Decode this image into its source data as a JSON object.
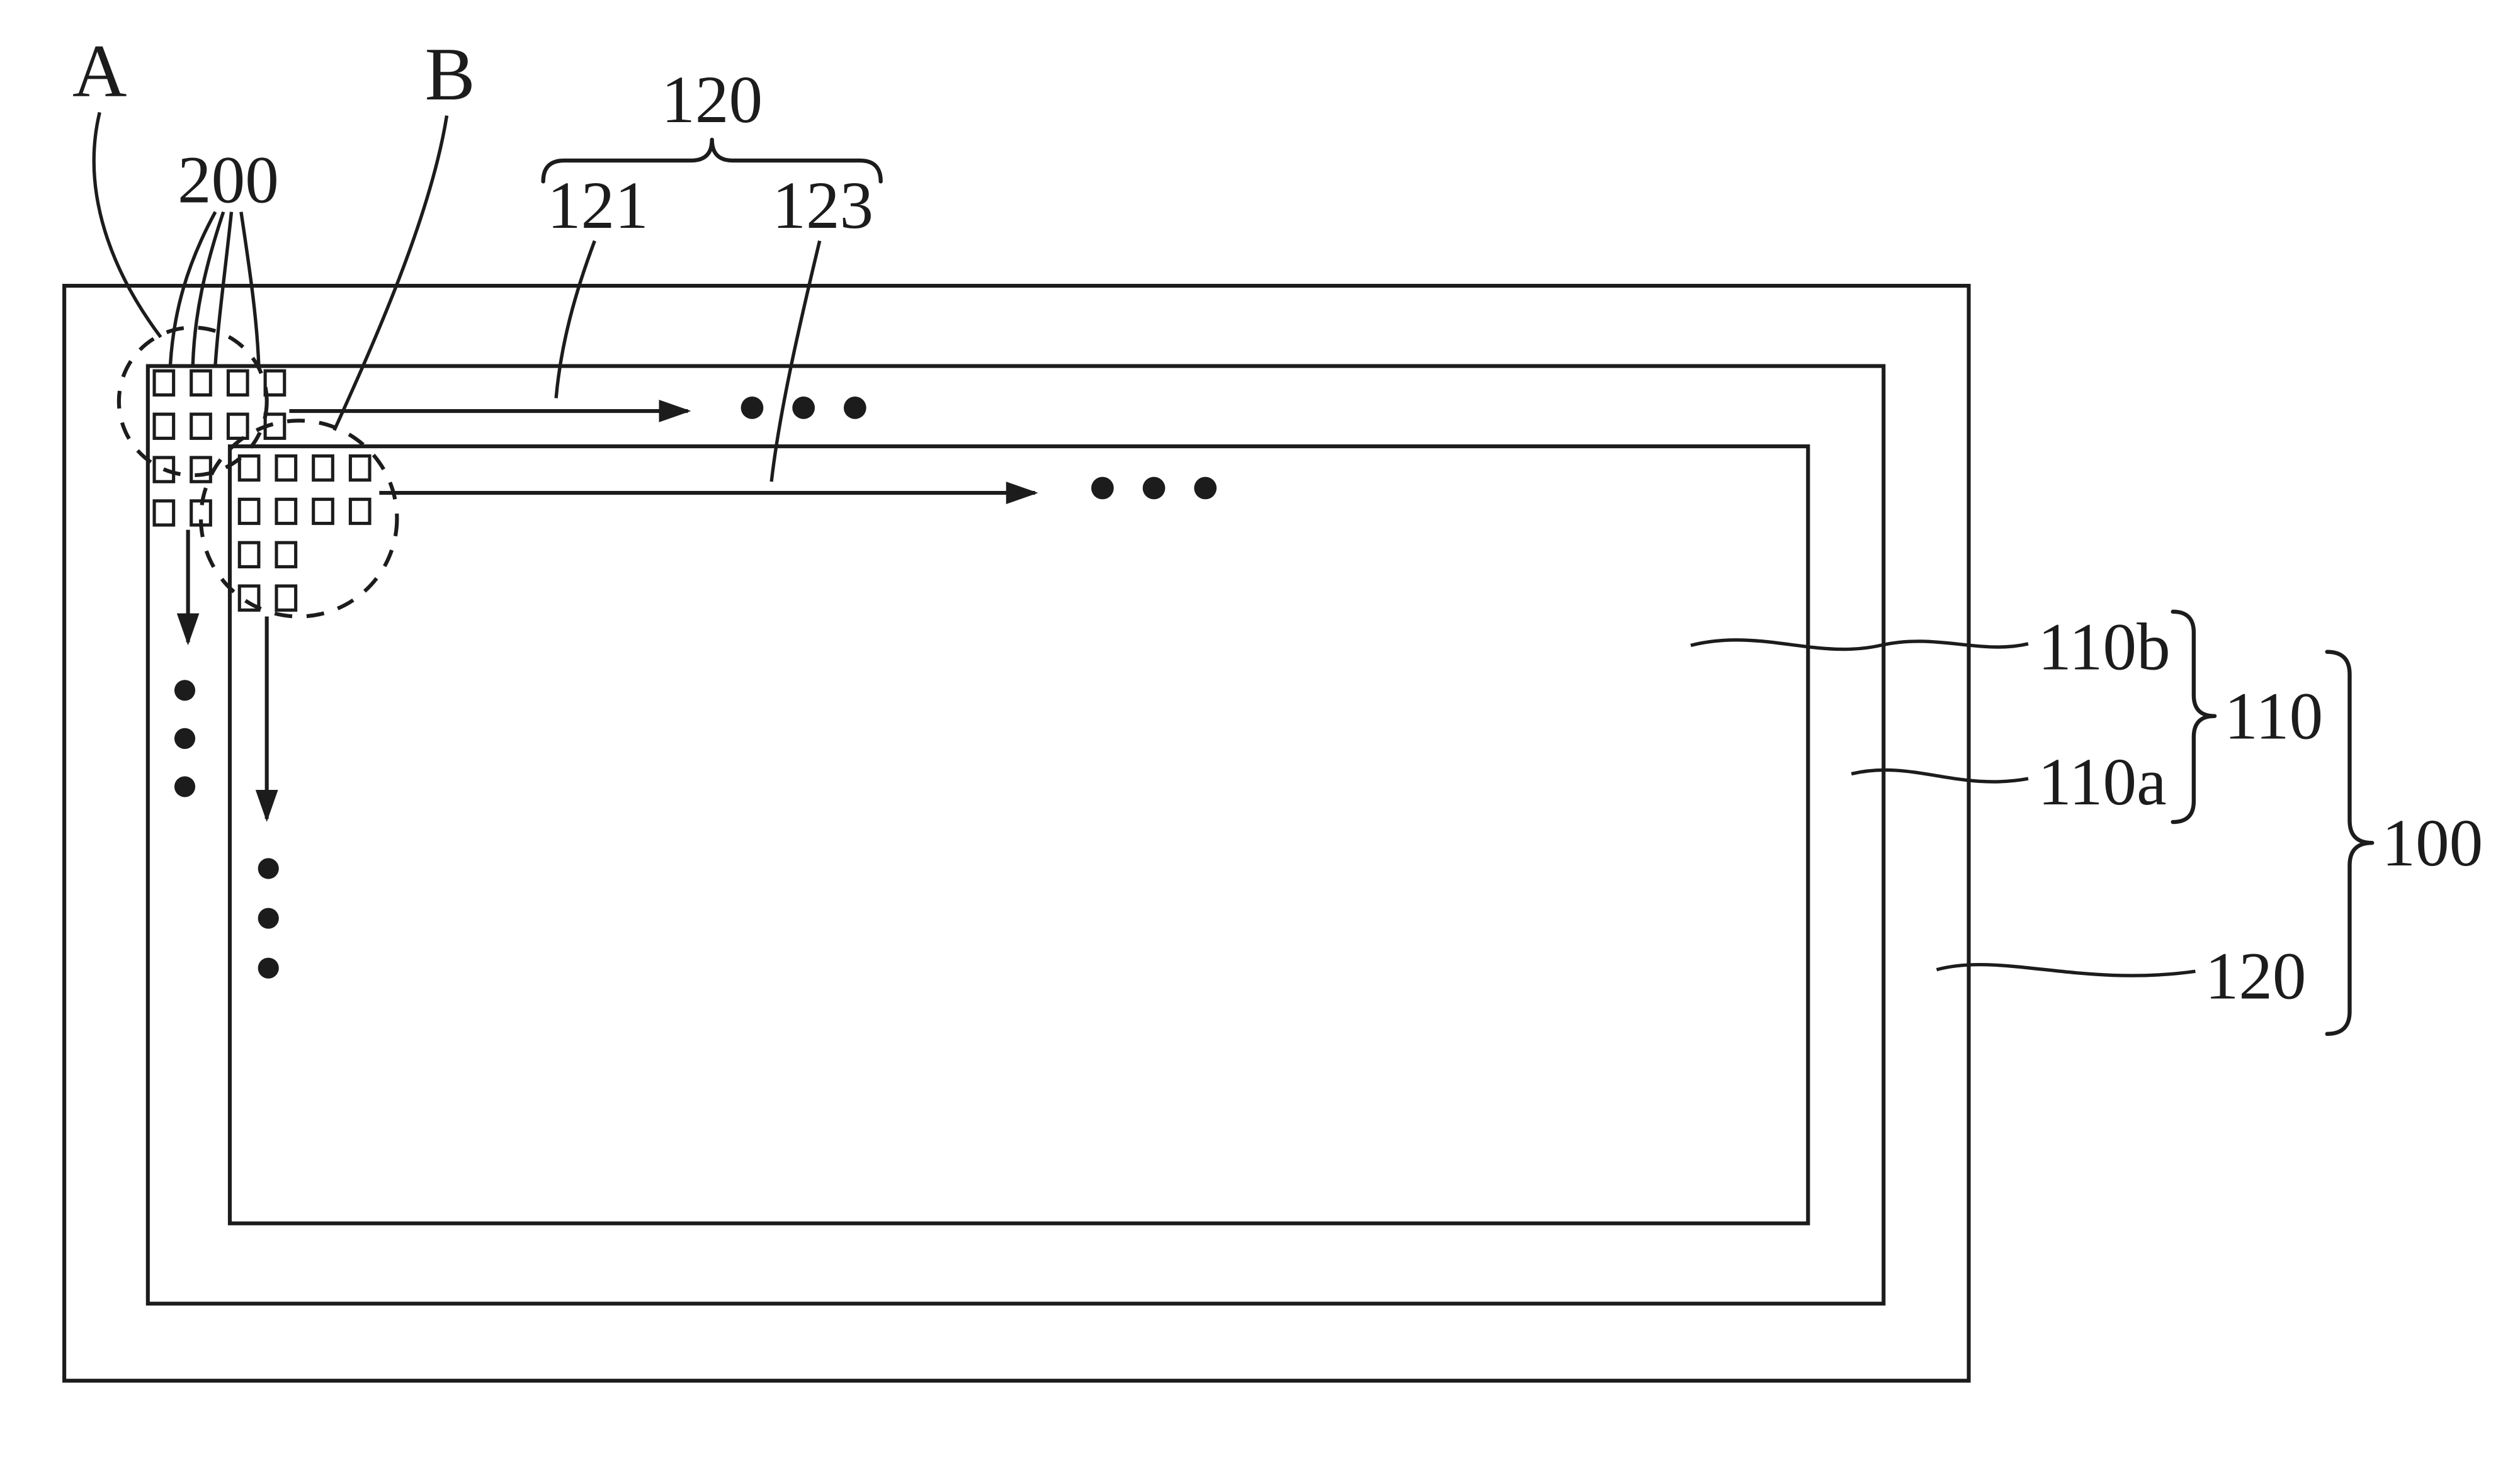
{
  "figure": {
    "colors": {
      "line": "#1c1c1c",
      "background": "#ffffff"
    },
    "labels": {
      "region_a": "A",
      "region_b": "B",
      "pad_group": "200",
      "brace_top": "120",
      "electrode_left": "121",
      "electrode_right": "123",
      "layer_110b": "110b",
      "layer_110a": "110a",
      "group_110": "110",
      "group_100": "100",
      "layer_120": "120"
    }
  }
}
